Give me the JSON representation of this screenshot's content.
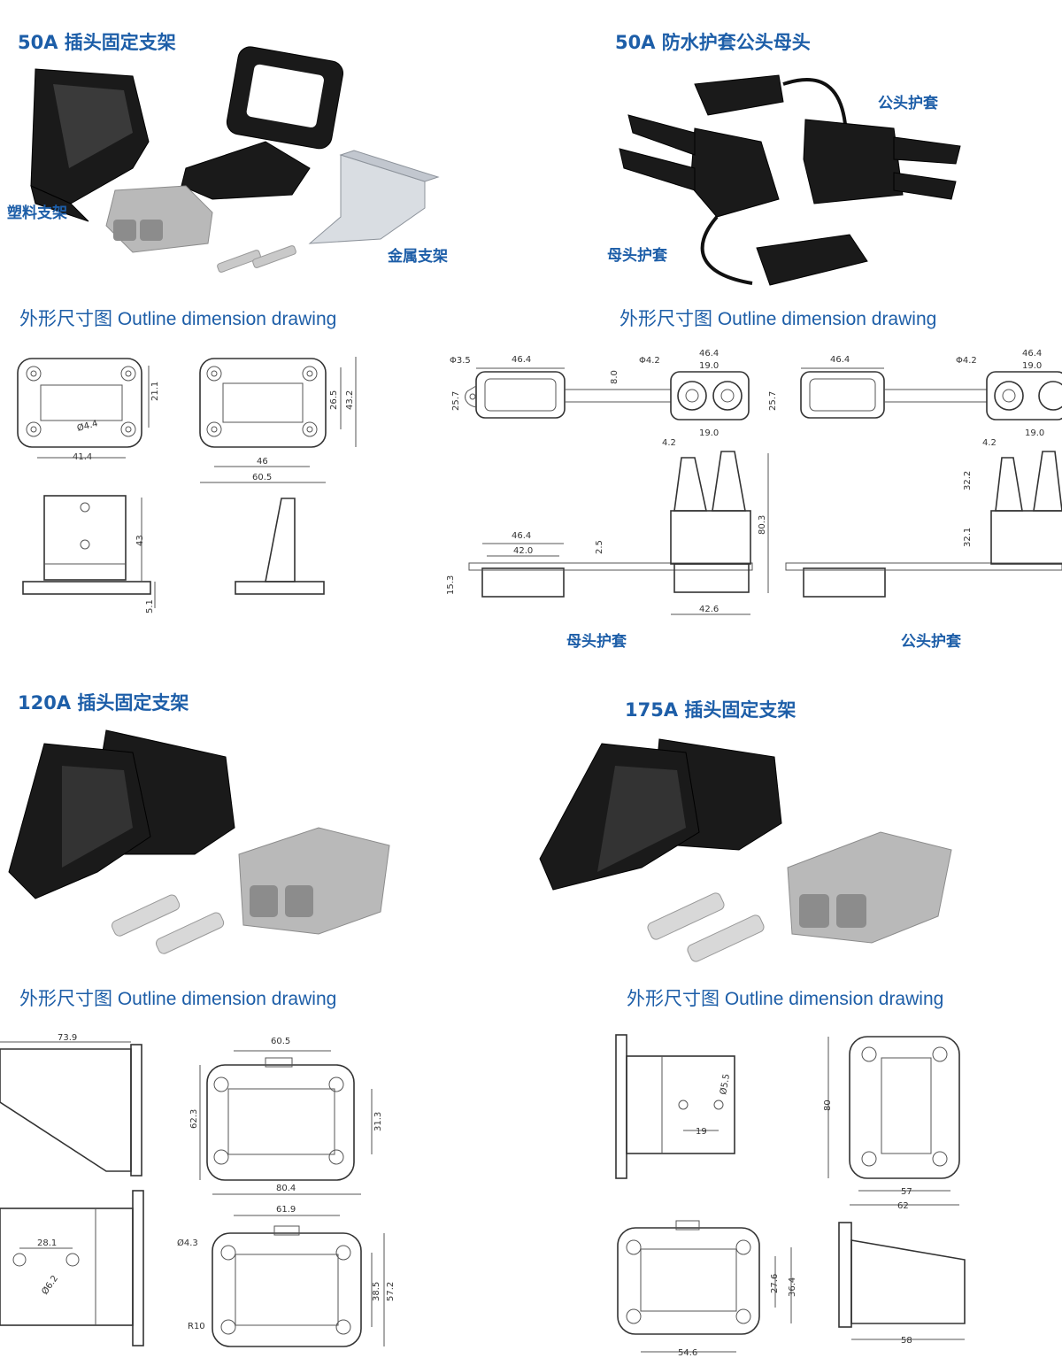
{
  "section_50a_bracket": {
    "title": "50A 插头固定支架",
    "label_plastic": "塑料支架",
    "label_metal": "金属支架",
    "outline": "外形尺寸图 Outline dimension drawing",
    "dims": {
      "d1": "21.1",
      "d2": "41.4",
      "d3": "Ø4.4",
      "d4": "26.5",
      "d5": "43.2",
      "d6": "46",
      "d7": "60.5",
      "d8": "43",
      "d9": "5.1"
    }
  },
  "section_50a_cover": {
    "title": "50A 防水护套公头母头",
    "label_male": "公头护套",
    "label_female": "母头护套",
    "outline": "外形尺寸图 Outline dimension drawing",
    "caption_female": "母头护套",
    "caption_male": "公头护套",
    "dims": {
      "phi35": "Φ3.5",
      "l464": "46.4",
      "phi42": "Φ4.2",
      "w190": "19.0",
      "h257": "25.7",
      "t80": "8.0",
      "w42": "4.2",
      "h803": "80.3",
      "h25": "2.5",
      "w420": "42.0",
      "h153": "15.3",
      "w426": "42.6",
      "h322": "32.2",
      "h321": "32.1"
    }
  },
  "section_120a": {
    "title": "120A 插头固定支架",
    "outline": "外形尺寸图 Outline dimension drawing",
    "dims": {
      "a": "73.9",
      "b": "60.5",
      "c": "62.3",
      "d": "31.3",
      "e": "80.4",
      "f": "61.9",
      "g": "Ø4.3",
      "h": "28.1",
      "i": "Ø6.2",
      "j": "38.5",
      "k": "57.2",
      "l": "R10"
    }
  },
  "section_175a": {
    "title": "175A 插头固定支架",
    "outline": "外形尺寸图 Outline dimension drawing",
    "dims": {
      "a": "Ø5.5",
      "b": "19",
      "c": "80",
      "d": "57",
      "e": "62",
      "f": "27.6",
      "g": "36.4",
      "h": "54.6",
      "i": "58"
    }
  }
}
